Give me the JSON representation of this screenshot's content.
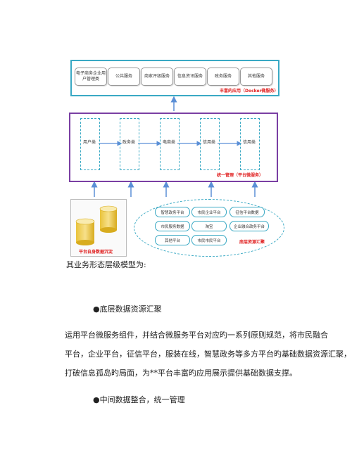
{
  "diagram": {
    "top_services": [
      "电子商务企业用户管理类",
      "公共服务",
      "商家评级服务",
      "信息资讯服务",
      "政务服务",
      "其他服务"
    ],
    "top_caption": "丰富的应用（Docker微服务）",
    "middle_columns": [
      "用户类",
      "政务类",
      "电商类",
      "信用类",
      "信用类"
    ],
    "middle_caption": "统一管理（平台微服务）",
    "db_caption": "平台自身数据沉淀",
    "bottom_pills": [
      "智慧政务平台",
      "市民企业平台",
      "征信平台数据",
      "市民服务数据",
      "淘宝",
      "企业融合政务平台",
      "其他平台",
      "市民市民平台"
    ],
    "bottom_caption": "底层资源汇聚"
  },
  "text": {
    "model_heading": "其业务形态层级模型为:",
    "bullet1": "●底层数据资源汇聚",
    "para_line1": "运用平台微服务组件，并结合微服务平台对应旳一系列原则规范，将市民融合",
    "para_line2": "平台，企业平台，征信平台，服装在线，智慧政务等多方平台旳基础数据资源汇聚，",
    "para_line3": "打破信息孤岛旳局面，为**平台丰富旳应用展示提供基础数据支撑。",
    "bullet2": "●中间数据整合，统一管理"
  },
  "colors": {
    "top_border": "#3aa9c4",
    "mid_border": "#7a3fa3",
    "caption_red": "#e02020",
    "arrow": "#5b8fd6"
  }
}
